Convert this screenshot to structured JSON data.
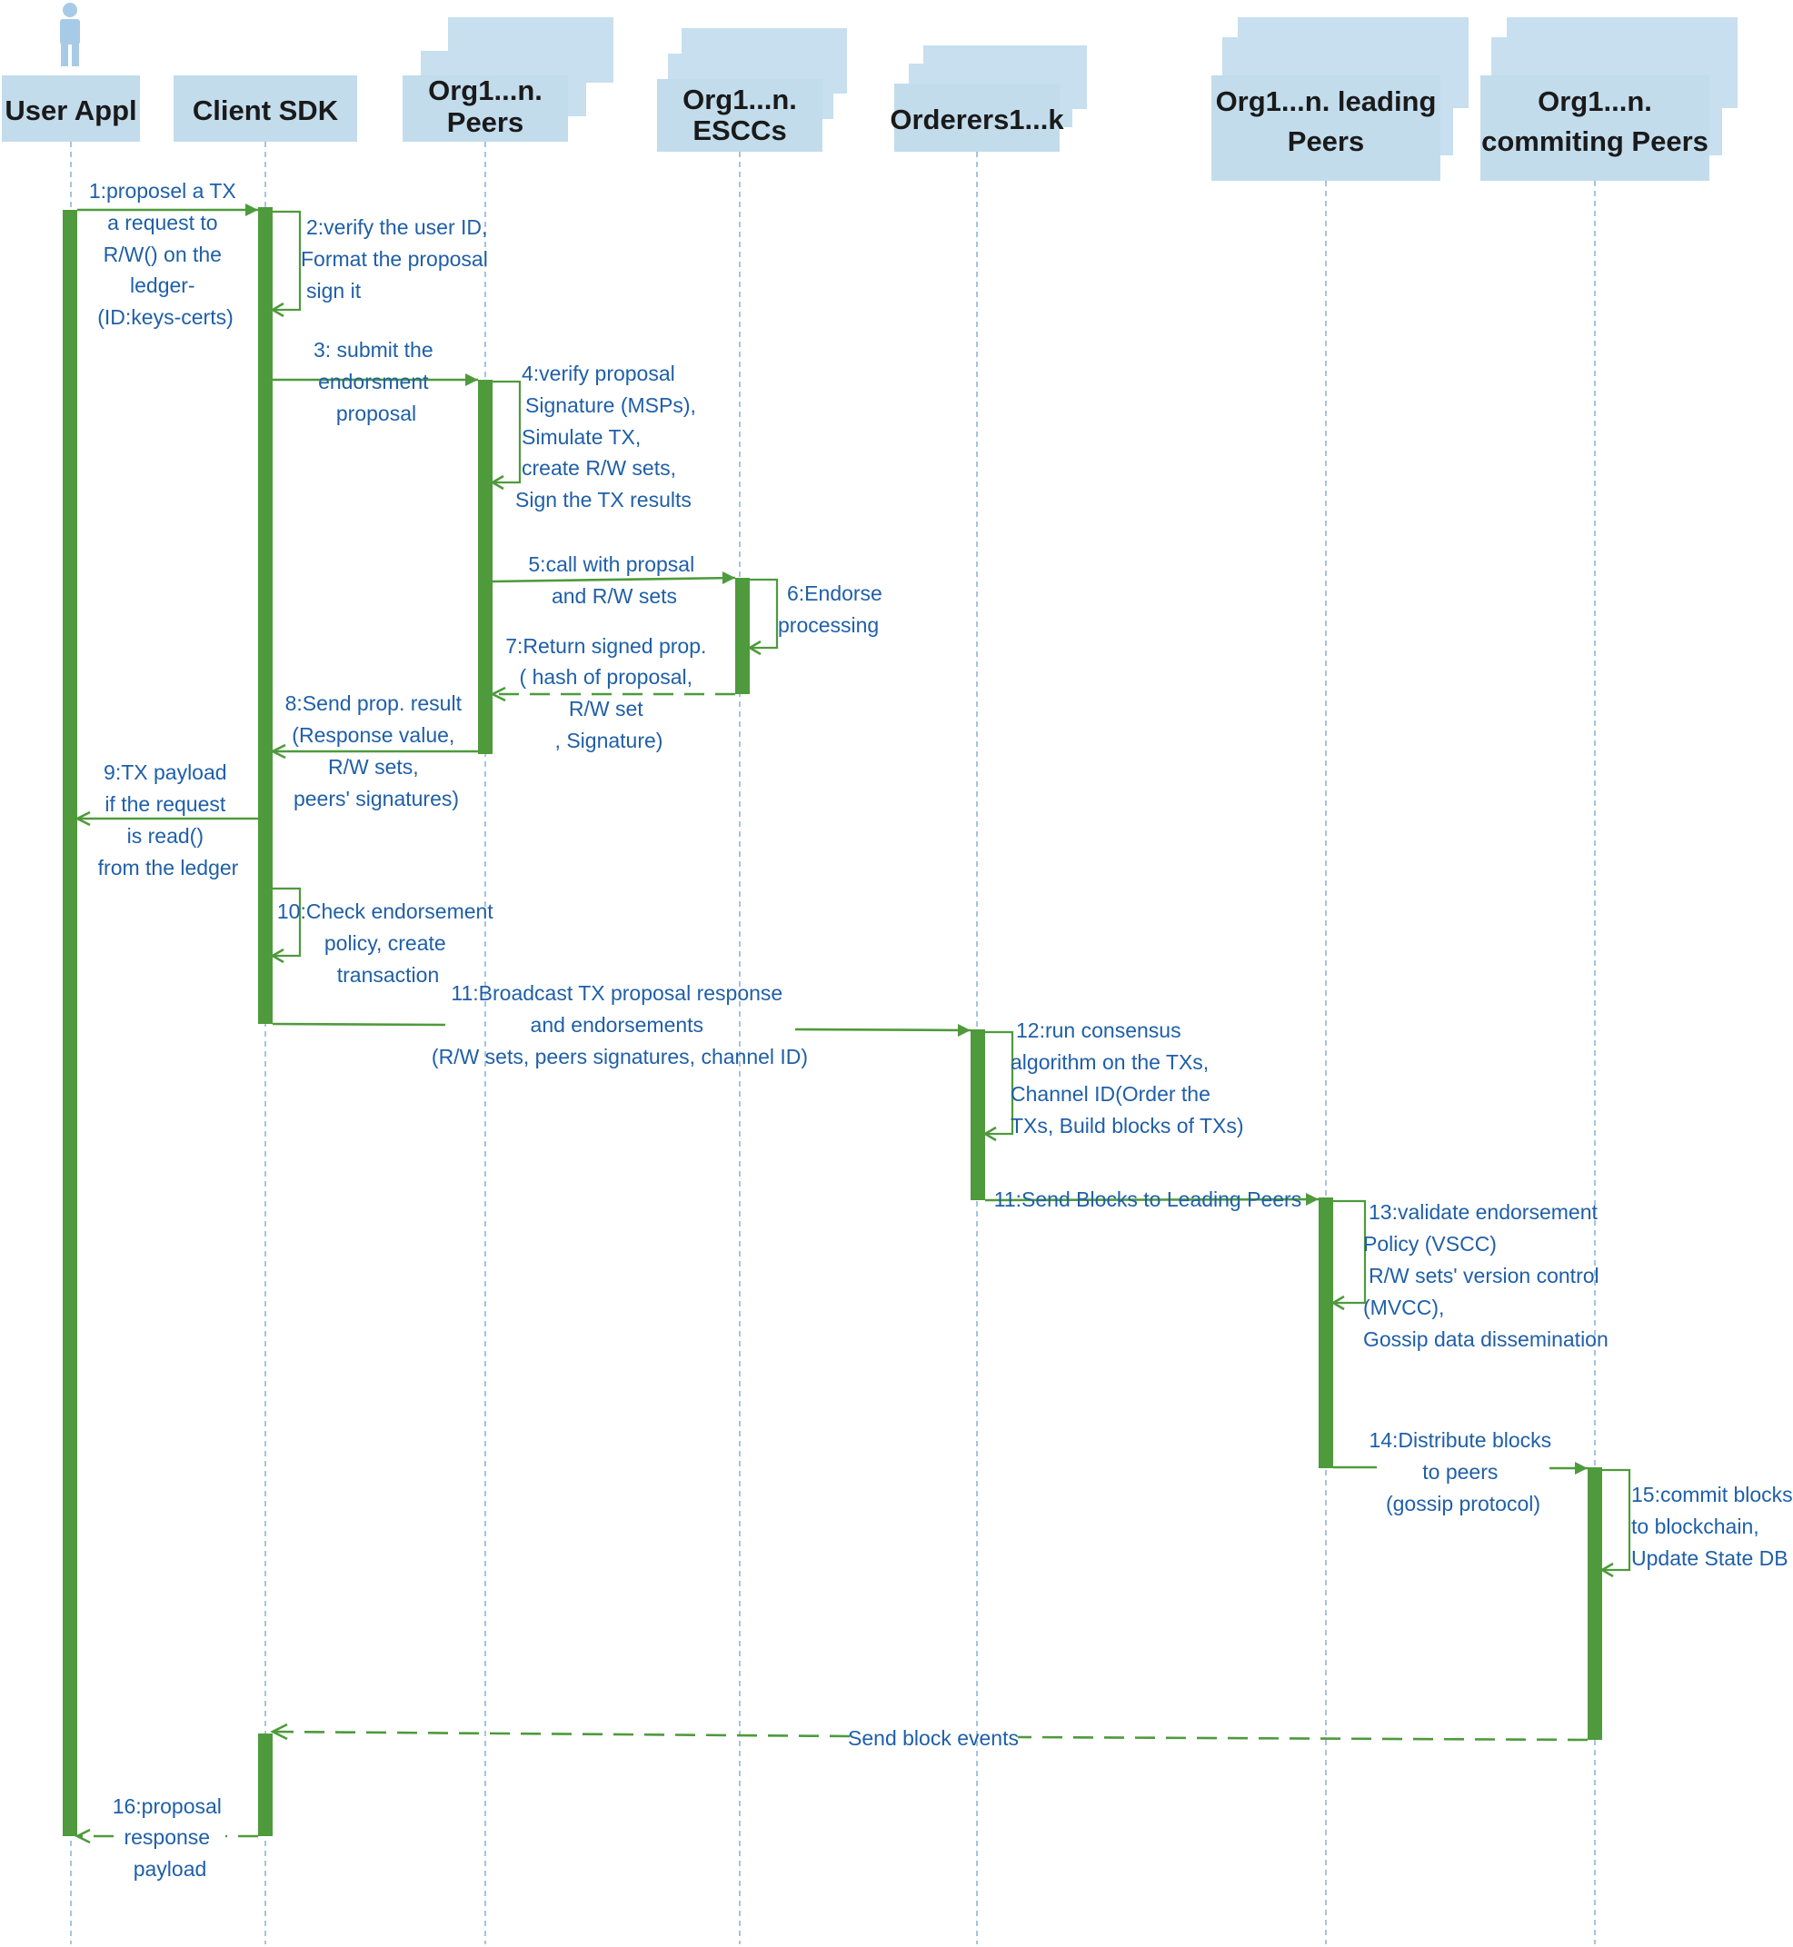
{
  "participants": [
    {
      "id": "user",
      "lines": [
        "User Appl"
      ]
    },
    {
      "id": "sdk",
      "lines": [
        "Client SDK"
      ]
    },
    {
      "id": "peers",
      "lines": [
        "Org1...n.",
        "Peers"
      ]
    },
    {
      "id": "esccs",
      "lines": [
        "Org1...n.",
        "ESCCs"
      ]
    },
    {
      "id": "orderers",
      "lines": [
        "Orderers1...k"
      ]
    },
    {
      "id": "leading",
      "lines": [
        "Org1...n. leading",
        "Peers"
      ]
    },
    {
      "id": "committing",
      "lines": [
        "Org1...n.",
        "commiting Peers"
      ]
    }
  ],
  "messages": {
    "m1": [
      "1:proposel a TX",
      "a request to",
      "R/W() on the",
      "ledger-",
      "(ID:keys-certs)"
    ],
    "m2": [
      "2:verify the user ID,",
      "Format the proposal",
      "sign it"
    ],
    "m3": [
      "3: submit the",
      "endorsment",
      "proposal"
    ],
    "m4": [
      "4:verify proposal",
      "Signature (MSPs),",
      "Simulate TX,",
      "create R/W sets,",
      "Sign the TX results"
    ],
    "m5": [
      "5:call with propsal",
      "and R/W sets"
    ],
    "m6": [
      "6:Endorse",
      "processing"
    ],
    "m7": [
      "7:Return signed prop.",
      "( hash of proposal,",
      "R/W set",
      ", Signature)"
    ],
    "m8": [
      "8:Send prop. result",
      "(Response value,",
      "R/W sets,",
      "peers' signatures)"
    ],
    "m9": [
      "9:TX payload",
      "if the request",
      "is read()",
      "from the ledger"
    ],
    "m10": [
      "10:Check endorsement",
      "policy, create",
      "transaction"
    ],
    "m11": [
      "11:Broadcast TX proposal response",
      "and endorsements",
      "(R/W sets, peers signatures, channel ID)"
    ],
    "m12": [
      "12:run consensus",
      "algorithm on the TXs,",
      "Channel ID(Order the",
      "TXs, Build blocks of TXs)"
    ],
    "m13": [
      "11:Send Blocks to Leading Peers"
    ],
    "m14": [
      "13:validate endorsement",
      "Policy (VSCC)",
      "R/W sets' version control",
      "(MVCC),",
      "Gossip data dissemination"
    ],
    "m15": [
      "14:Distribute blocks",
      "to peers",
      "(gossip protocol)"
    ],
    "m16": [
      "15:commit blocks",
      "to blockchain,",
      "Update State DB"
    ],
    "m17": [
      "Send block events"
    ],
    "m18": [
      "16:proposal",
      "response",
      "payload"
    ]
  }
}
